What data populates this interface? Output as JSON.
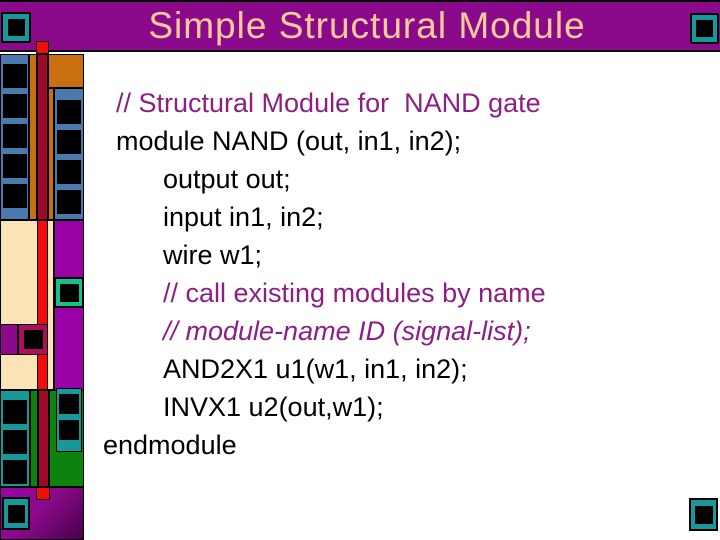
{
  "slide": {
    "title": "Simple Structural Module",
    "code": {
      "lines": [
        {
          "text": "// Structural Module for  NAND gate"
        },
        {
          "text": "module NAND (out, in1, in2);"
        },
        {
          "text": "output out;"
        },
        {
          "text": "input in1, in2;"
        },
        {
          "text": "wire w1;"
        },
        {
          "text": "// call existing modules by name"
        },
        {
          "text": "// module-name ID (signal-list);"
        },
        {
          "text": "AND2X1 u1(w1, in1, in2);"
        },
        {
          "text": "INVX1 u2(out,w1);"
        },
        {
          "text": "endmodule"
        }
      ]
    }
  },
  "colors": {
    "title_bar_purple": "#8B0A8C",
    "title_text_peach": "#FFCC99",
    "comment_purple": "#8C1E86",
    "code_black": "#000000",
    "decor_blue": "#4A79AD",
    "decor_orange": "#C8700F",
    "decor_maroon": "#9C0B28",
    "decor_red": "#F40B0B",
    "decor_cream": "#FBE3B8",
    "decor_purple": "#9A02A8",
    "decor_teal": "#17999C",
    "decor_emerald": "#14C08D",
    "decor_green": "#0D830D",
    "decor_magenta": "#AC0F5C",
    "background": "#FFFFFF"
  }
}
